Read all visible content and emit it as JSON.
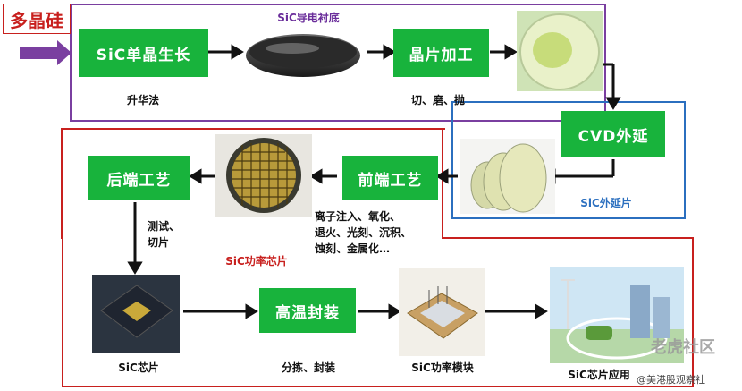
{
  "tag": "多晶硅",
  "top_caption": "SiC导电衬底",
  "boxes": {
    "growth": "SiC单晶生长",
    "wafer": "晶片加工",
    "cvd": "CVD外延",
    "front": "前端工艺",
    "back": "后端工艺",
    "package": "高温封装"
  },
  "labels": {
    "growth_method": "升华法",
    "wafer_steps": "切、磨、抛",
    "epi_wafer": "SiC外延片",
    "front_steps_1": "离子注入、氧化、",
    "front_steps_2": "退火、光刻、沉积、",
    "front_steps_3": "蚀刻、金属化…",
    "power_chip": "SiC功率芯片",
    "back_steps_1": "测试、",
    "back_steps_2": "切片",
    "chip": "SiC芯片",
    "sort_pack": "分拣、封装",
    "module": "SiC功率模块",
    "application": "SiC芯片应用"
  },
  "watermark": {
    "brand": "老虎社区",
    "handle": "@美港股观察社"
  },
  "colors": {
    "green": "#18b33c",
    "purple": "#7a3fa0",
    "blue": "#2b6fbf",
    "red": "#c8201e"
  }
}
